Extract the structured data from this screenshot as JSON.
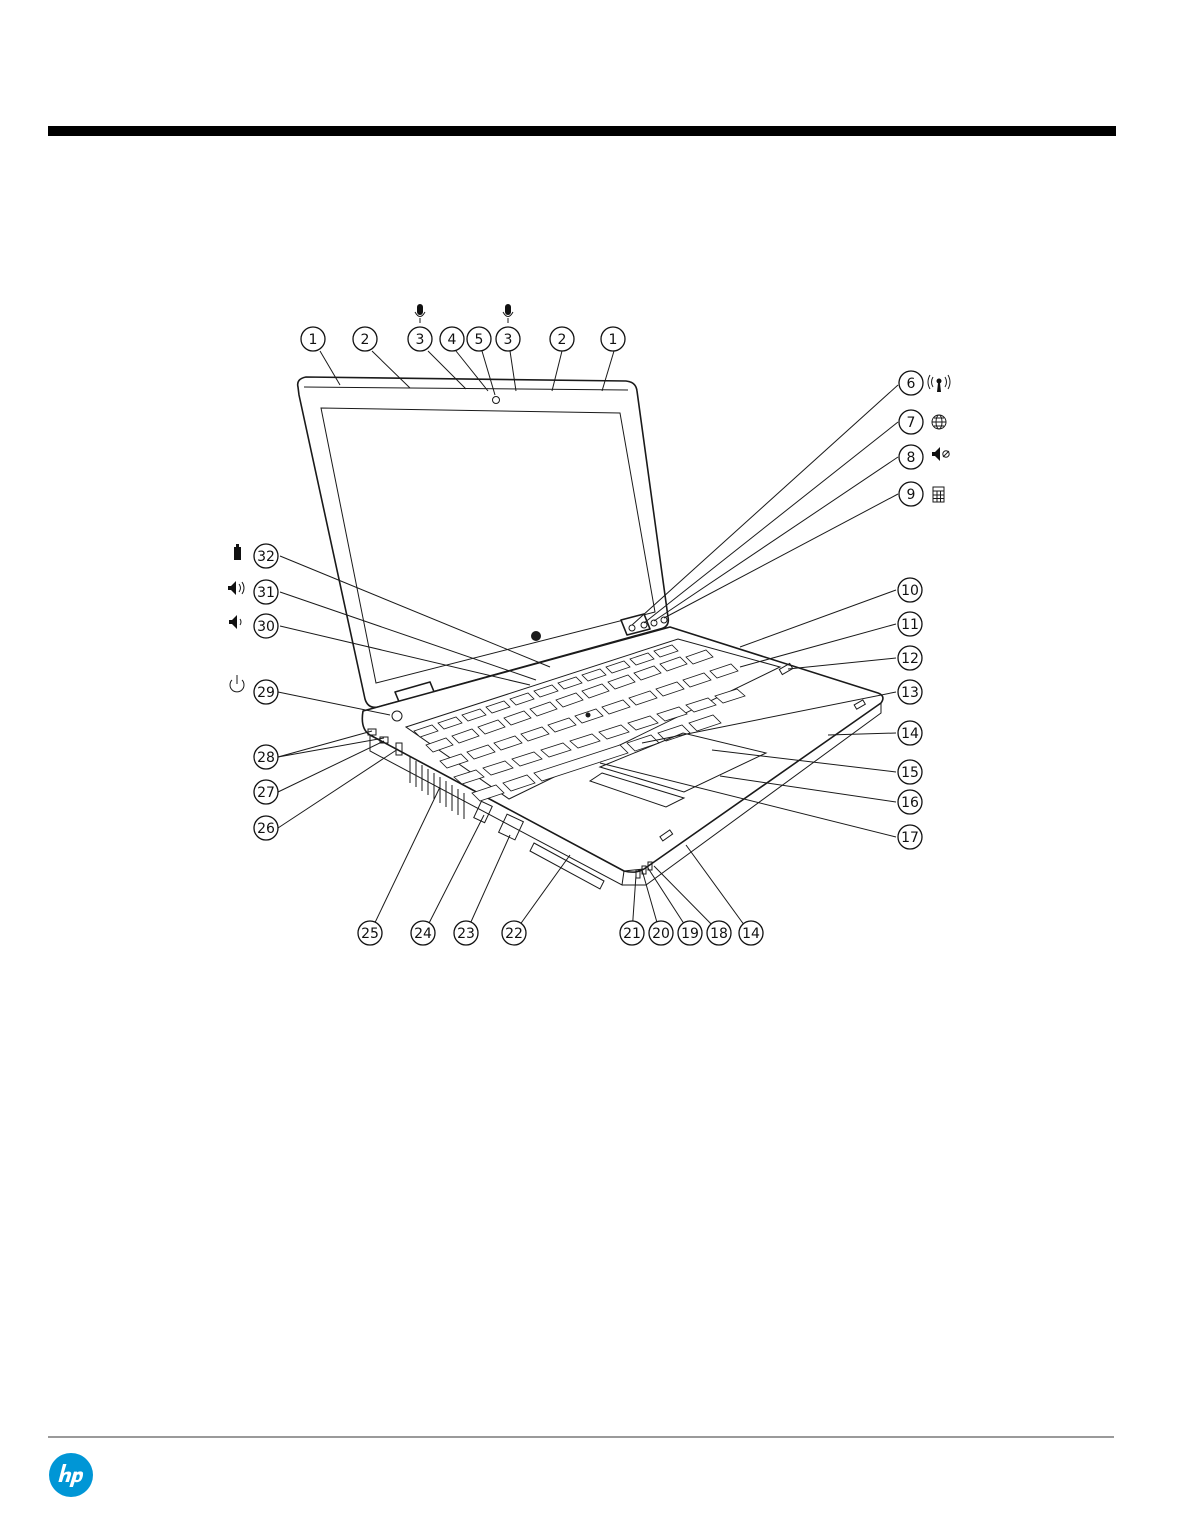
{
  "callouts": [
    "1",
    "2",
    "3",
    "4",
    "5",
    "3",
    "2",
    "1",
    "6",
    "7",
    "8",
    "9",
    "10",
    "11",
    "12",
    "13",
    "14",
    "15",
    "16",
    "17",
    "14",
    "18",
    "19",
    "20",
    "21",
    "22",
    "23",
    "24",
    "25",
    "26",
    "27",
    "28",
    "29",
    "30",
    "31",
    "32"
  ],
  "icons": {
    "microphone": "microphone-icon",
    "wireless": "wireless-icon",
    "web": "globe-icon",
    "mute": "mute-icon",
    "calculator": "calculator-icon",
    "battery": "battery-icon",
    "volume_up": "volume-up-icon",
    "volume_down": "volume-down-icon",
    "power": "power-icon",
    "logo": "hp-logo"
  },
  "colors": {
    "top_bar": "#000000",
    "rule": "#9a9a9a",
    "hp_blue": "#0096d6",
    "line": "#1a1a1a"
  }
}
